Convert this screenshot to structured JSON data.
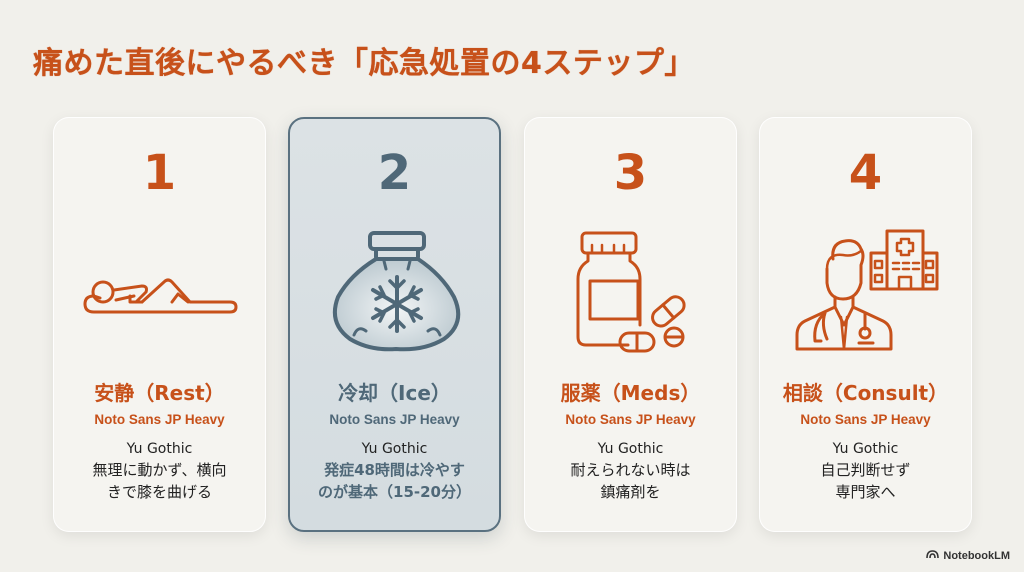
{
  "title": "痛めた直後にやるべき「応急処置の4ステップ」",
  "colors": {
    "accent": "#C7511A",
    "slate": "#4F6878",
    "background": "#F1F0EB",
    "card": "#F5F4F0",
    "active_card": "#D8DFE2"
  },
  "steps": [
    {
      "number": "1",
      "icon": "person-lying-icon",
      "heading": "安静（Rest）",
      "subtitle": "Noto Sans JP Heavy",
      "font_label": "Yu Gothic",
      "desc_line1": "無理に動かず、横向",
      "desc_line2": "きで膝を曲げる",
      "active": false
    },
    {
      "number": "2",
      "icon": "ice-bag-icon",
      "heading": "冷却（Ice）",
      "subtitle": "Noto Sans JP Heavy",
      "font_label": "Yu Gothic",
      "desc_line1": "発症48時間は冷やす",
      "desc_line2": "のが基本（15-20分）",
      "active": true
    },
    {
      "number": "3",
      "icon": "medicine-bottle-icon",
      "heading": "服薬（Meds）",
      "subtitle": "Noto Sans JP Heavy",
      "font_label": "Yu Gothic",
      "desc_line1": "耐えられない時は",
      "desc_line2": "鎮痛剤を",
      "active": false
    },
    {
      "number": "4",
      "icon": "doctor-hospital-icon",
      "heading": "相談（Consult）",
      "subtitle": "Noto Sans JP Heavy",
      "font_label": "Yu Gothic",
      "desc_line1": "自己判断せず",
      "desc_line2": "専門家へ",
      "active": false
    }
  ],
  "footer": {
    "brand": "NotebookLM",
    "icon": "notebooklm-logo-icon"
  }
}
